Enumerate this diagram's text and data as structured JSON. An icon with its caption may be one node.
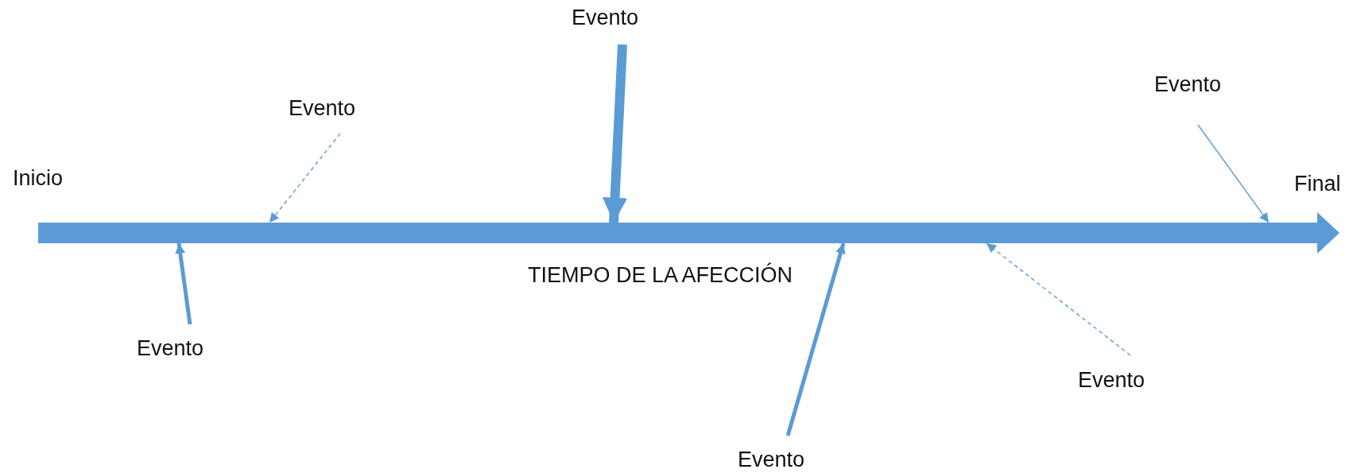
{
  "diagram": {
    "nodes": [
      {
        "text": [
          "Evento"
        ]
      },
      {
        "text": [
          "Evento"
        ]
      },
      {
        "text": [
          "Evento"
        ]
      },
      {
        "text": [],
        "shape": "arrow",
        "beside": [
          "TIEMPO DE LA AFECCIÓN"
        ]
      },
      {
        "text": [
          "Evento"
        ]
      },
      {
        "text": [
          "Evento"
        ]
      },
      {
        "text": [
          "Evento"
        ]
      }
    ],
    "edges": [
      {
        "from": 0,
        "to": 3,
        "arrow": "to",
        "style": "thick"
      },
      {
        "from": 1,
        "to": 3,
        "arrow": "to"
      },
      {
        "from": 2,
        "to": 3,
        "arrow": "to",
        "style": "dashed"
      },
      {
        "from": 4,
        "to": 3,
        "arrow": "to",
        "style": "thick"
      },
      {
        "from": 5,
        "to": 3,
        "arrow": "to",
        "style": "dashed"
      },
      {
        "from": 6,
        "to": 3,
        "arrow": "to",
        "style": "thick"
      }
    ],
    "labels": [
      "Inicio",
      "Final"
    ]
  }
}
